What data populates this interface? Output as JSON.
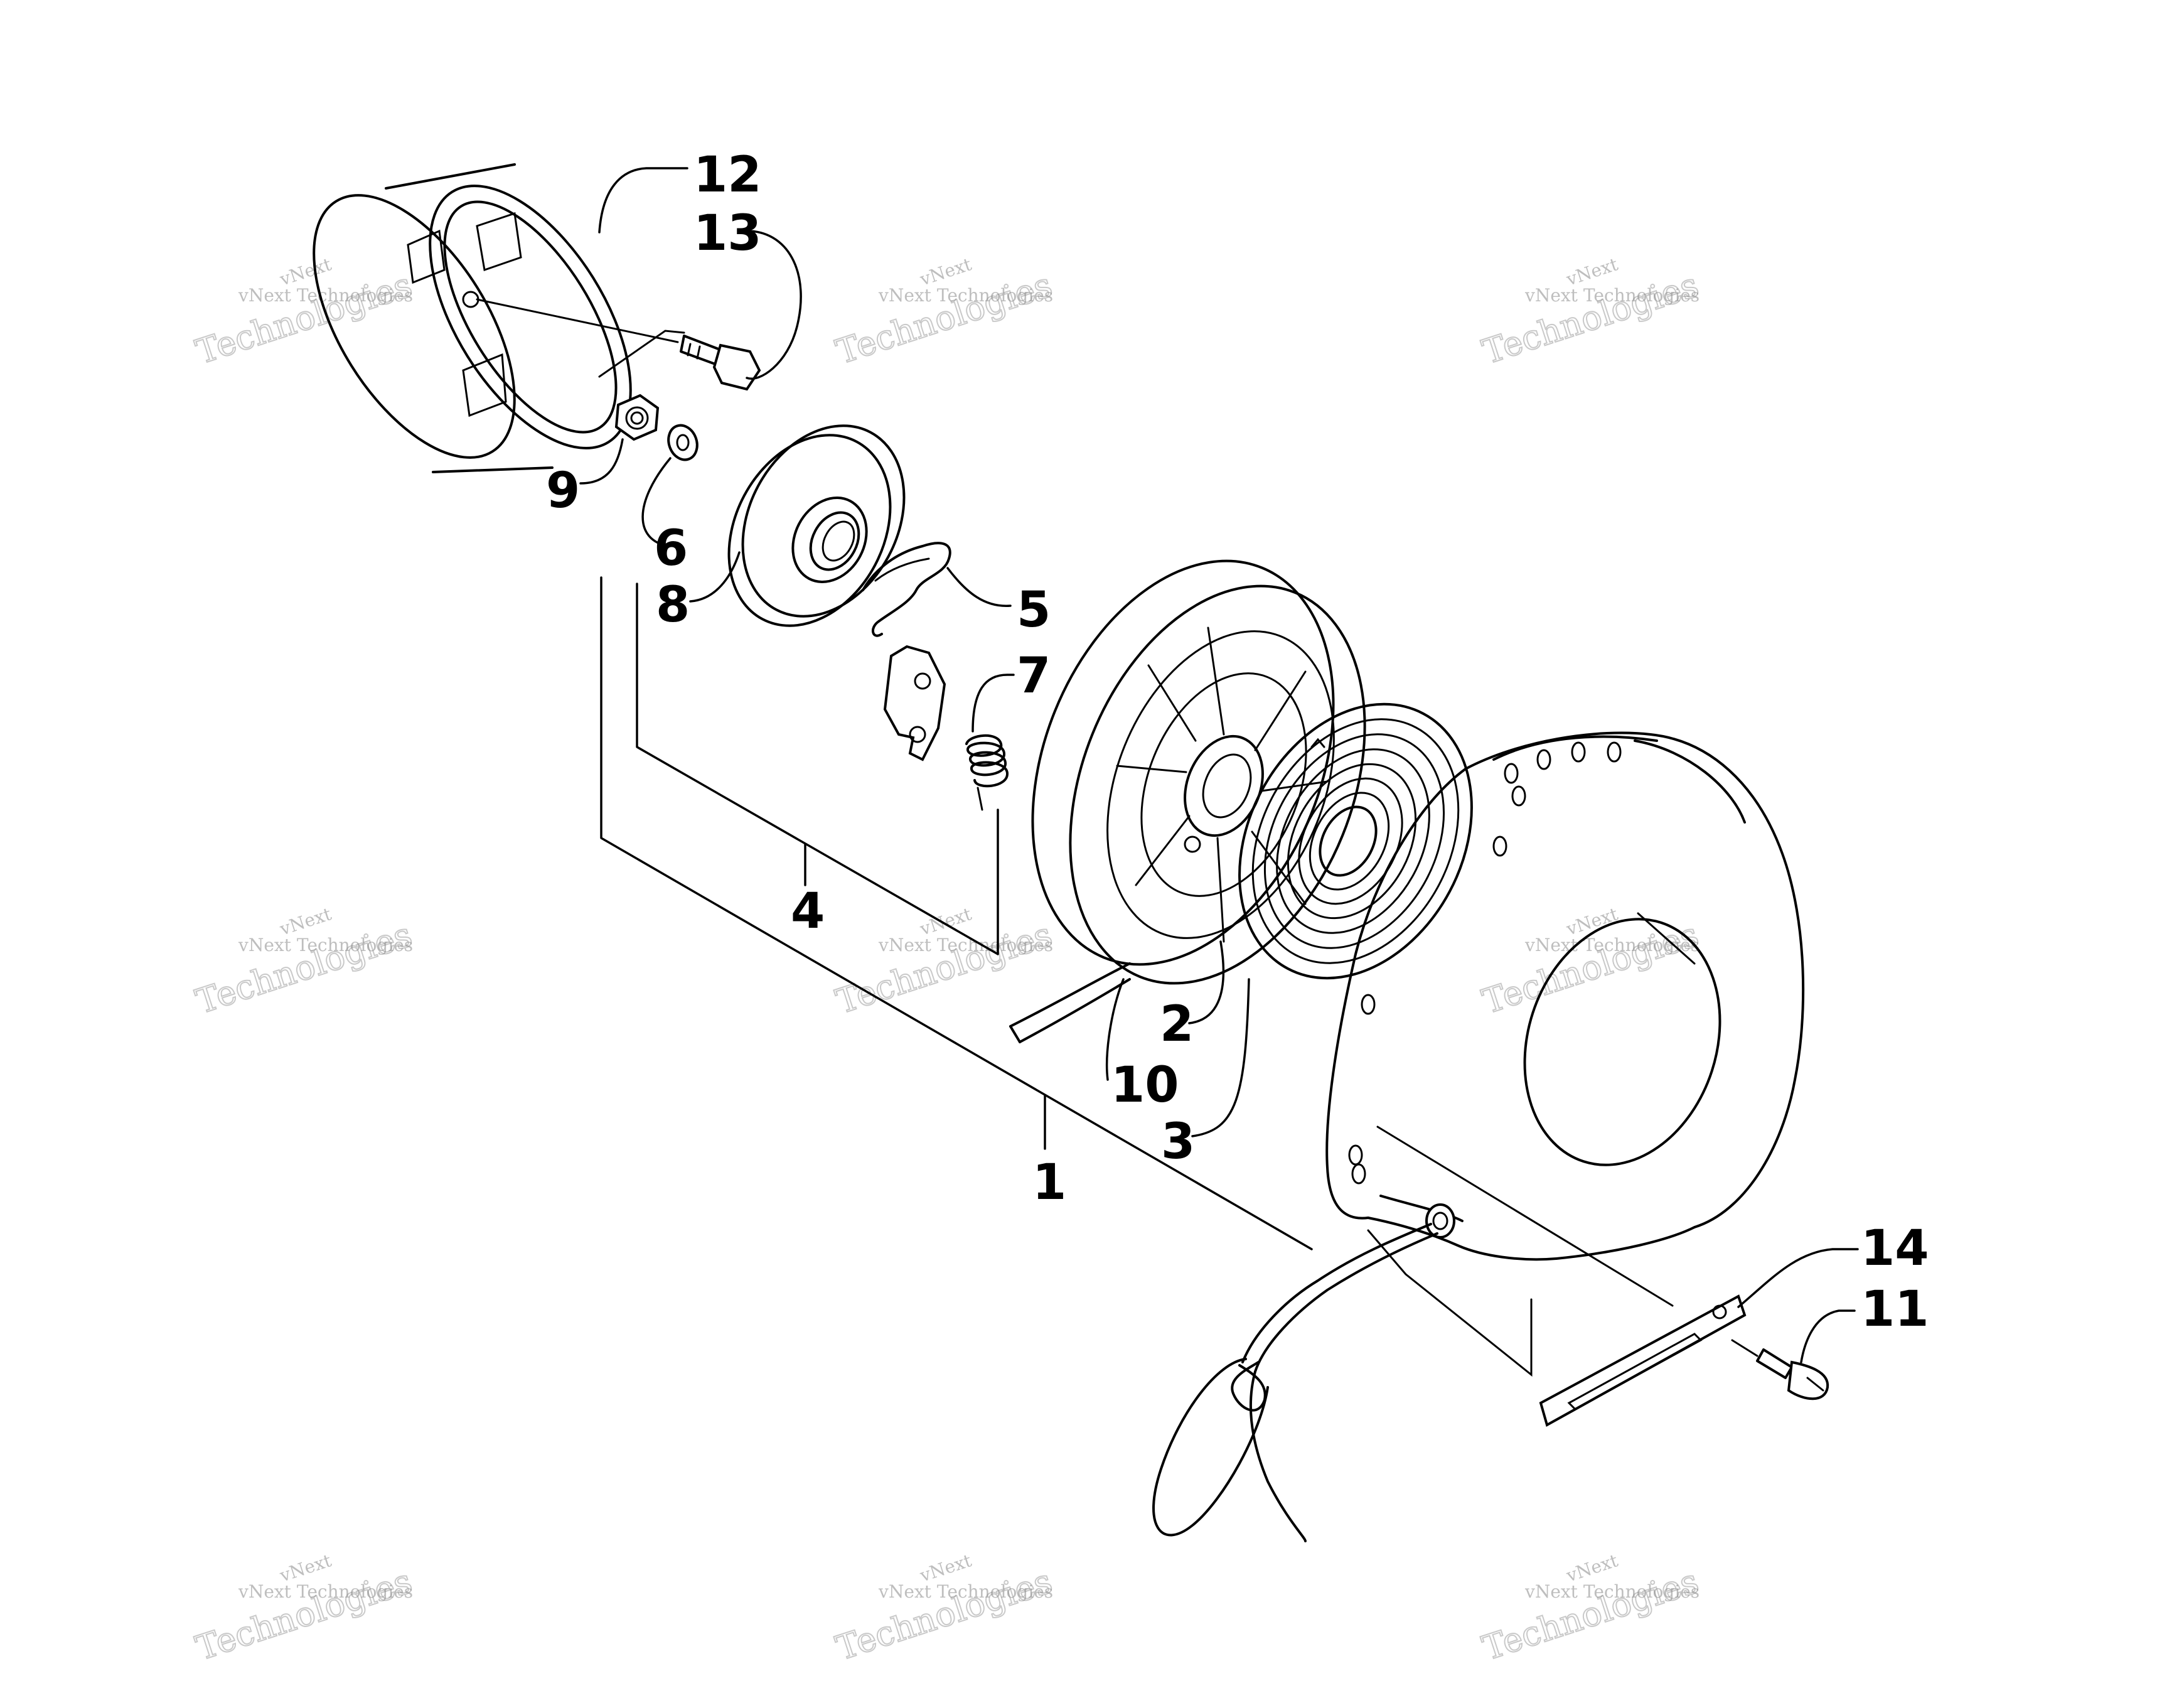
{
  "diagram": {
    "callouts": {
      "c1": "1",
      "c2": "2",
      "c3": "3",
      "c4": "4",
      "c5": "5",
      "c6": "6",
      "c7": "7",
      "c8": "8",
      "c9": "9",
      "c10": "10",
      "c11": "11",
      "c12": "12",
      "c13": "13",
      "c14": "14"
    },
    "watermark": {
      "line1": "vNext Technologies",
      "line2": "vNext",
      "line3": "Technologies"
    }
  }
}
